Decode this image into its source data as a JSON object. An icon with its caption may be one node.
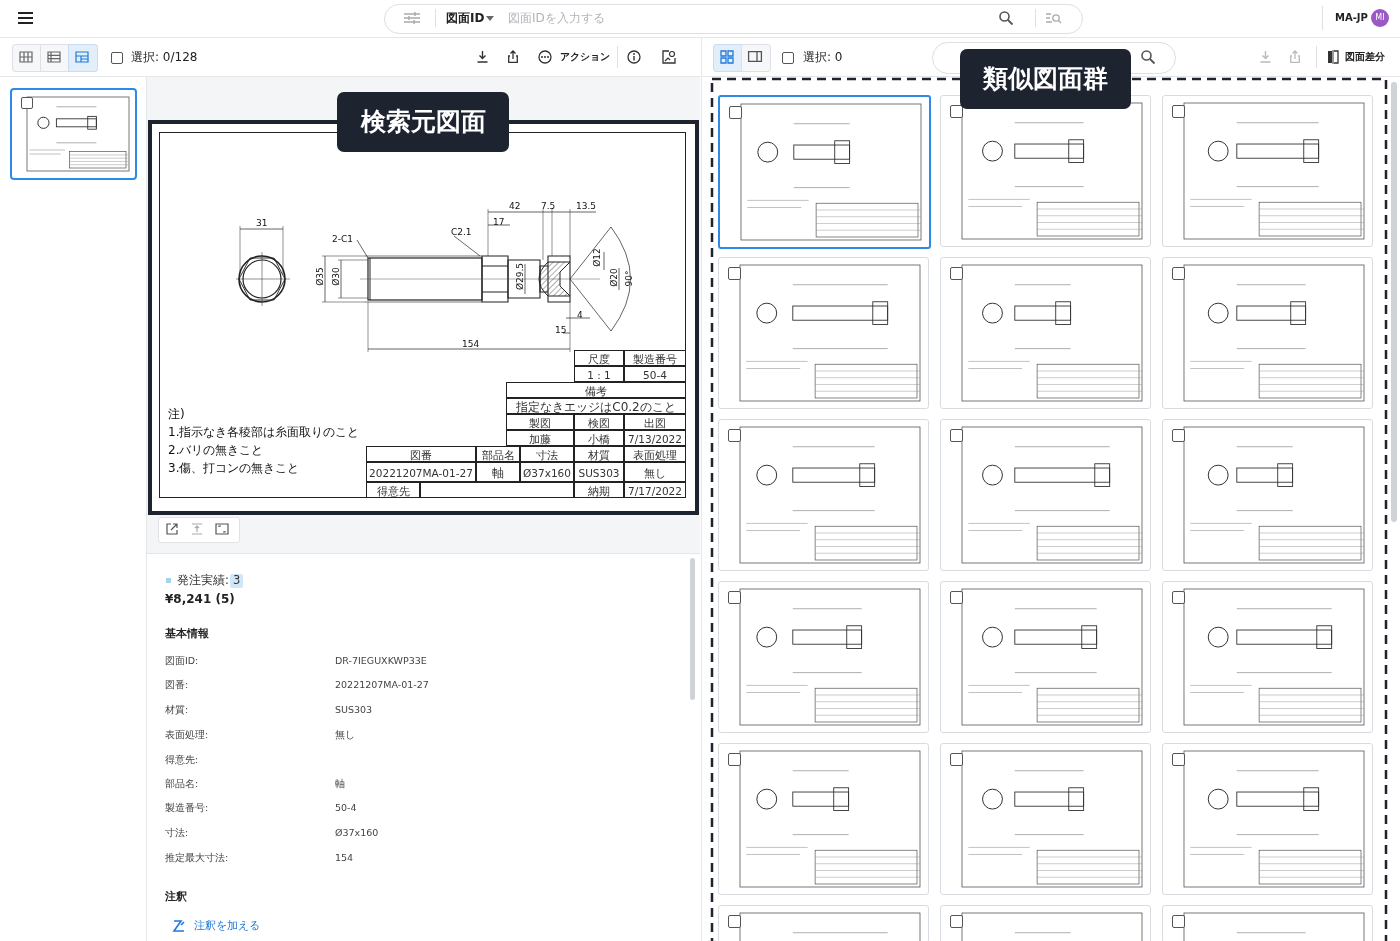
{
  "diagram": {
    "nodes": [
      {
        "text": [
          "検索元図面"
        ]
      },
      {
        "text": [
          "類似図面群"
        ]
      }
    ],
    "labels": [
      "図面ID",
      "図面IDを入力する",
      "MA-JP",
      "MI",
      "選択: 0/128",
      "アクション",
      "選択: 0",
      "図面差分",
      "31",
      "2-C1",
      "C2.1",
      "42",
      "7.5",
      "13.5",
      "17",
      "Ø35",
      "Ø30",
      "Ø29.5",
      "Ø12",
      "Ø20",
      "90°",
      "4",
      "15",
      "154",
      "尺度",
      "製造番号",
      "1 : 1",
      "50-4",
      "備考",
      "指定なきエッジはC0.2のこと",
      "製図",
      "検図",
      "出図",
      "加藤",
      "小橋",
      "7/13/2022",
      "図番",
      "部品名",
      "寸法",
      "材質",
      "表面処理",
      "20221207MA-01-27",
      "軸",
      "Ø37x160",
      "SUS303",
      "無し",
      "得意先",
      "納期",
      "7/17/2022",
      "注)",
      "1.指示なき各稜部は糸面取りのこと",
      "2.バリの無きこと",
      "3.傷、打コンの無きこと",
      "発注実績:",
      "3",
      "¥8,241 (5)",
      "基本情報",
      "図面ID:",
      "DR-7IEGUXKWP33E",
      "図番:",
      "20221207MA-01-27",
      "材質:",
      "SUS303",
      "表面処理:",
      "無し",
      "得意先:",
      "部品名:",
      "軸",
      "製造番号:",
      "50-4",
      "寸法:",
      "Ø37x160",
      "推定最大寸法:",
      "154",
      "注釈",
      "注釈を加える"
    ]
  }
}
